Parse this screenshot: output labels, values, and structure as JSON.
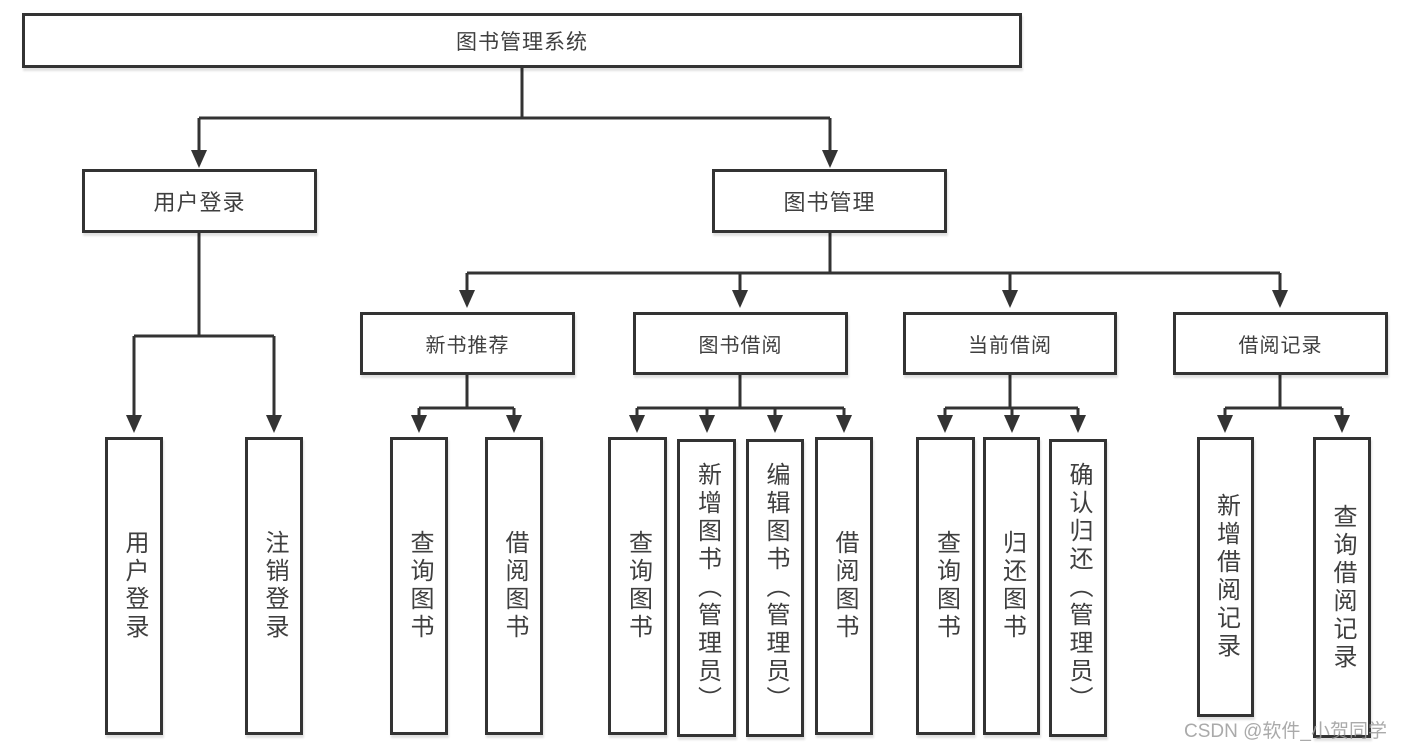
{
  "diagram_type": "hierarchy",
  "colors": {
    "line": "#333333",
    "text": "#3f3f3f",
    "watermark": "#9c9c9c",
    "background": "#ffffff"
  },
  "tree": {
    "label": "图书管理系统",
    "children": [
      {
        "label": "用户登录",
        "children": [
          {
            "label": "用户登录"
          },
          {
            "label": "注销登录"
          }
        ]
      },
      {
        "label": "图书管理",
        "children": [
          {
            "label": "新书推荐",
            "children": [
              {
                "label": "查询图书"
              },
              {
                "label": "借阅图书"
              }
            ]
          },
          {
            "label": "图书借阅",
            "children": [
              {
                "label": "查询图书"
              },
              {
                "label": "新增图书（管理员）"
              },
              {
                "label": "编辑图书（管理员）"
              },
              {
                "label": "借阅图书"
              }
            ]
          },
          {
            "label": "当前借阅",
            "children": [
              {
                "label": "查询图书"
              },
              {
                "label": "归还图书"
              },
              {
                "label": "确认归还（管理员）"
              }
            ]
          },
          {
            "label": "借阅记录",
            "children": [
              {
                "label": "新增借阅记录"
              },
              {
                "label": "查询借阅记录"
              }
            ]
          }
        ]
      }
    ]
  },
  "watermark": {
    "text": "CSDN @软件_小贺同学"
  }
}
